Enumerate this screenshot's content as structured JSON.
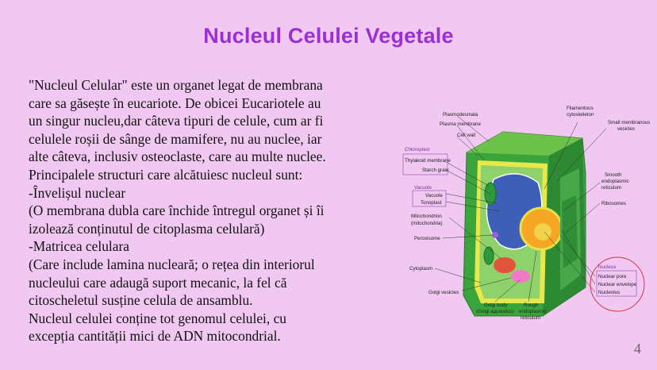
{
  "slide": {
    "title": "Nucleul Celulei Vegetale",
    "page_number": "4",
    "paragraph_lines": [
      "\"Nucleul Celular\" este un organet legat de membrana",
      "care sa găsește în eucariote. De obicei Eucariotele au",
      "un singur nucleu,dar câteva tipuri de celule, cum ar fi",
      "celulele roșii de sânge  de mamifere, nu au nuclee, iar",
      "alte câteva, inclusiv osteoclaste, care au multe nuclee.",
      "Principalele structuri care alcătuiesc nucleul sunt:",
      "-Învelișul nuclear",
      "(O membrana dubla care închide întregul organet și îi",
      "izolează conținutul de citoplasma celulară)",
      "-Matricea celulara",
      "(Care include lamina nucleară; o rețea din interiorul",
      "nucleului care adaugă suport mecanic, la fel că",
      "citoscheletul susține celula de ansamblu.",
      "Nucleul celulei conține tot genomul celulei, cu",
      "excepția cantității mici de ADN mitocondrial."
    ]
  },
  "diagram": {
    "labels": {
      "plasmodesmata": "Plasmodesmata",
      "plasma_membrane": "Plasma membrane",
      "cell_wall": "Cell wall",
      "chloroplast": "Chloroplast",
      "thylakoid_membrane": "Thylakoid membrane",
      "starch_grain": "Starch grain",
      "vacuole_group": "Vacuole",
      "vacuole": "Vacuole",
      "tonoplast": "Tonoplast",
      "mitochondrion": "Mitochondrion",
      "mitochondrion_sub": "(mitochondria)",
      "peroxisome": "Peroxisome",
      "cytoplasm": "Cytoplasm",
      "golgi_vesicles": "Golgi vesicles",
      "golgi_body": "Golgi body",
      "golgi_apparatus": "(Golgi apparatus)",
      "rough_er_1": "Rough",
      "rough_er_2": "endoplasmic",
      "rough_er_3": "reticulum",
      "filamentous_1": "Filamentous",
      "filamentous_2": "cytoskeleton",
      "small_vesicles_1": "Small membranous",
      "small_vesicles_2": "vesicles",
      "smooth_er_1": "Smooth",
      "smooth_er_2": "endoplasmic",
      "smooth_er_3": "reticulum",
      "ribosomes": "Ribosomes",
      "nucleus": "Nucleus",
      "nuclear_pore": "Nuclear pore",
      "nuclear_envelope": "Nuclear envelope",
      "nucleolus": "Nucleolus"
    },
    "colors": {
      "title": "#9b2fd6",
      "background": "#f1c8f1",
      "cell_wall": "#3aa53a",
      "vacuole": "#3d5fb8",
      "nucleolus": "#f5a623",
      "highlight_circle": "#d8343f"
    }
  }
}
